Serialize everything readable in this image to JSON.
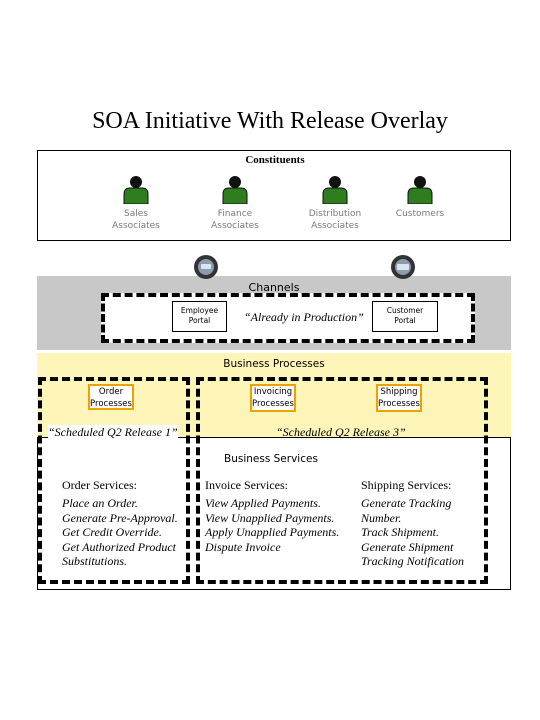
{
  "title": "SOA Initiative With Release Overlay",
  "constituents": {
    "label": "Constituents",
    "people": [
      {
        "line1": "Sales",
        "line2": "Associates"
      },
      {
        "line1": "Finance",
        "line2": "Associates"
      },
      {
        "line1": "Distribution",
        "line2": "Associates"
      },
      {
        "line1": "Customers",
        "line2": ""
      }
    ]
  },
  "channels": {
    "label": "Channels",
    "employee_portal": {
      "line1": "Employee",
      "line2": "Portal"
    },
    "customer_portal": {
      "line1": "Customer",
      "line2": "Portal"
    },
    "production_note": "“Already in Production”"
  },
  "business_processes": {
    "label": "Business Processes",
    "order": {
      "line1": "Order",
      "line2": "Processes"
    },
    "invoicing": {
      "line1": "Invoicing",
      "line2": "Processes"
    },
    "shipping": {
      "line1": "Shipping",
      "line2": "Processes"
    },
    "release1": "“Scheduled Q2 Release 1”",
    "release3": "“Scheduled Q2 Release 3”"
  },
  "business_services": {
    "label": "Business Services",
    "order": {
      "title": "Order Services:",
      "items": [
        "Place an Order.",
        "Generate Pre-Approval.",
        "Get Credit Override.",
        "Get Authorized Product",
        "Substitutions."
      ]
    },
    "invoice": {
      "title": "Invoice Services:",
      "items": [
        "View Applied Payments.",
        "View Unapplied Payments.",
        "Apply Unapplied Payments.",
        "Dispute Invoice"
      ]
    },
    "shipping": {
      "title": "Shipping Services:",
      "items": [
        "Generate Tracking",
        "Number.",
        "Track Shipment.",
        "Generate Shipment",
        "Tracking Notification"
      ]
    }
  },
  "colors": {
    "person_green": "#2e7d1e",
    "channels_band": "#c8c8c8",
    "processes_band": "#fdf6b8",
    "process_box_border": "#f0a000"
  }
}
